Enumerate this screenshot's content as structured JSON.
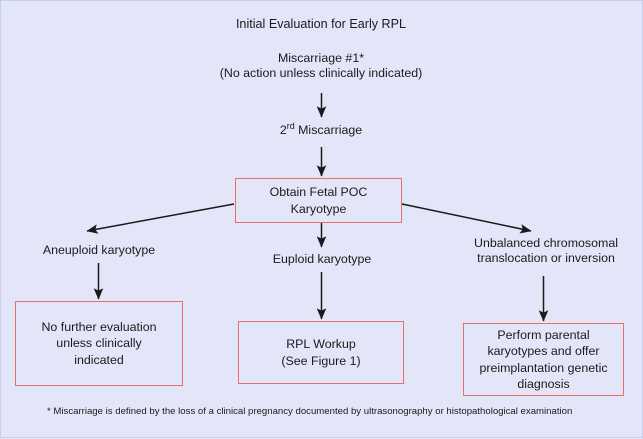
{
  "page": {
    "background_color": "#e2e6f8",
    "box_border_color": "#e8706a",
    "text_color": "#1b1b1b",
    "arrow_color": "#1a1a1a"
  },
  "title": "Initial Evaluation for Early RPL",
  "nodes": {
    "miscarriage_1": "Miscarriage #1*\n(No action unless clinically indicated)",
    "second_miscarriage_number": "2",
    "second_miscarriage_ordinal": "rd",
    "second_miscarriage_rest": " Miscarriage",
    "obtain_karyotype": "Obtain Fetal POC\nKaryotype",
    "branch_left_label": "Aneuploid karyotype",
    "branch_middle_label": "Euploid karyotype",
    "branch_right_label": "Unbalanced chromosomal\ntranslocation or inversion",
    "outcome_left": "No further evaluation\nunless clinically\nindicated",
    "outcome_middle": "RPL Workup\n(See Figure 1)",
    "outcome_right": "Perform parental\nkaryotypes and offer\npreimplantation genetic\ndiagnosis"
  },
  "footnote": "* Miscarriage is defined by the loss of a clinical pregnancy documented by ultrasonography or histopathological examination"
}
